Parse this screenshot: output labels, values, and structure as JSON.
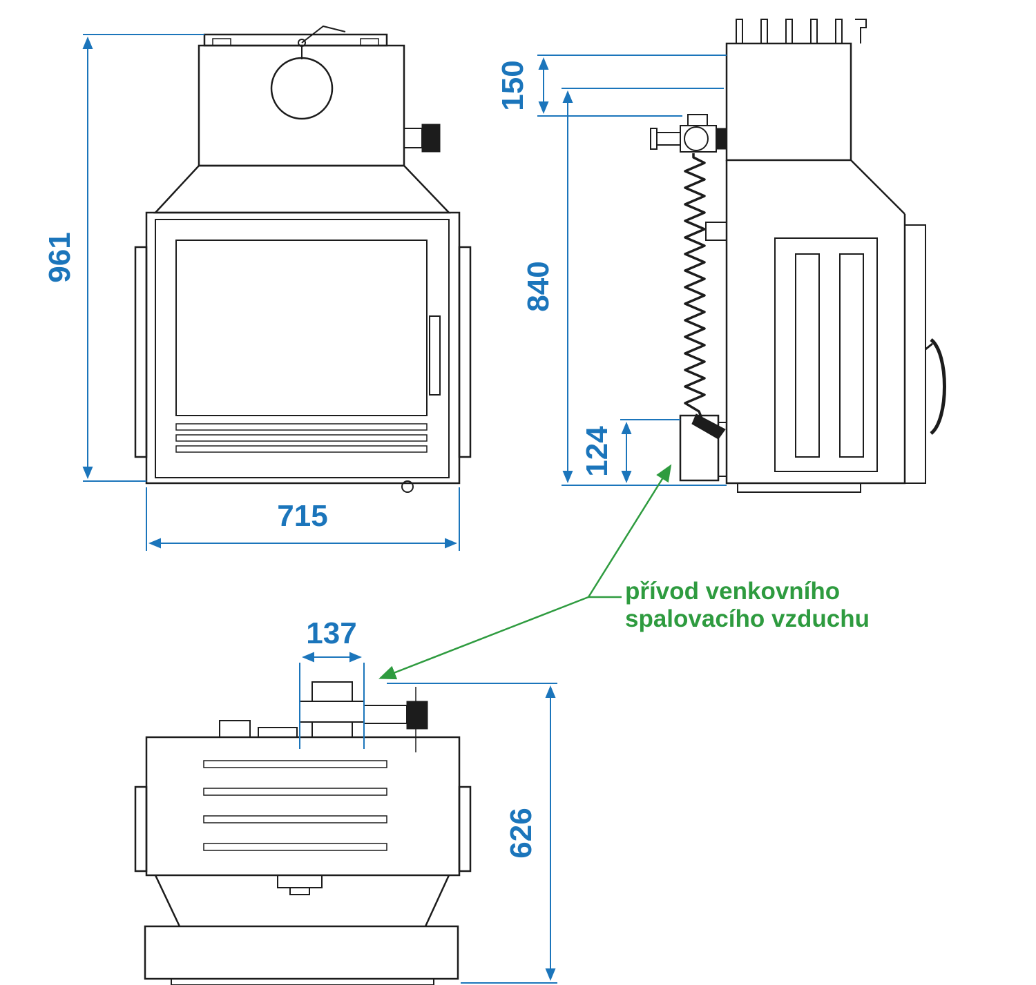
{
  "meta": {
    "type": "technical-dimensional-drawing",
    "subject": "fireplace insert with external combustion air supply"
  },
  "colors": {
    "dimension_blue": "#1b75bb",
    "annotation_green": "#2e9b3f",
    "drawing_line": "#1c1c1c",
    "background": "#ffffff"
  },
  "dimensions": {
    "front_height": "961",
    "front_width": "715",
    "side_top_offset": "150",
    "side_height": "840",
    "air_inlet_height": "124",
    "connector_width": "137",
    "depth": "626"
  },
  "annotation": {
    "line1": "přívod venkovního",
    "line2": "spalovacího vzduchu"
  }
}
